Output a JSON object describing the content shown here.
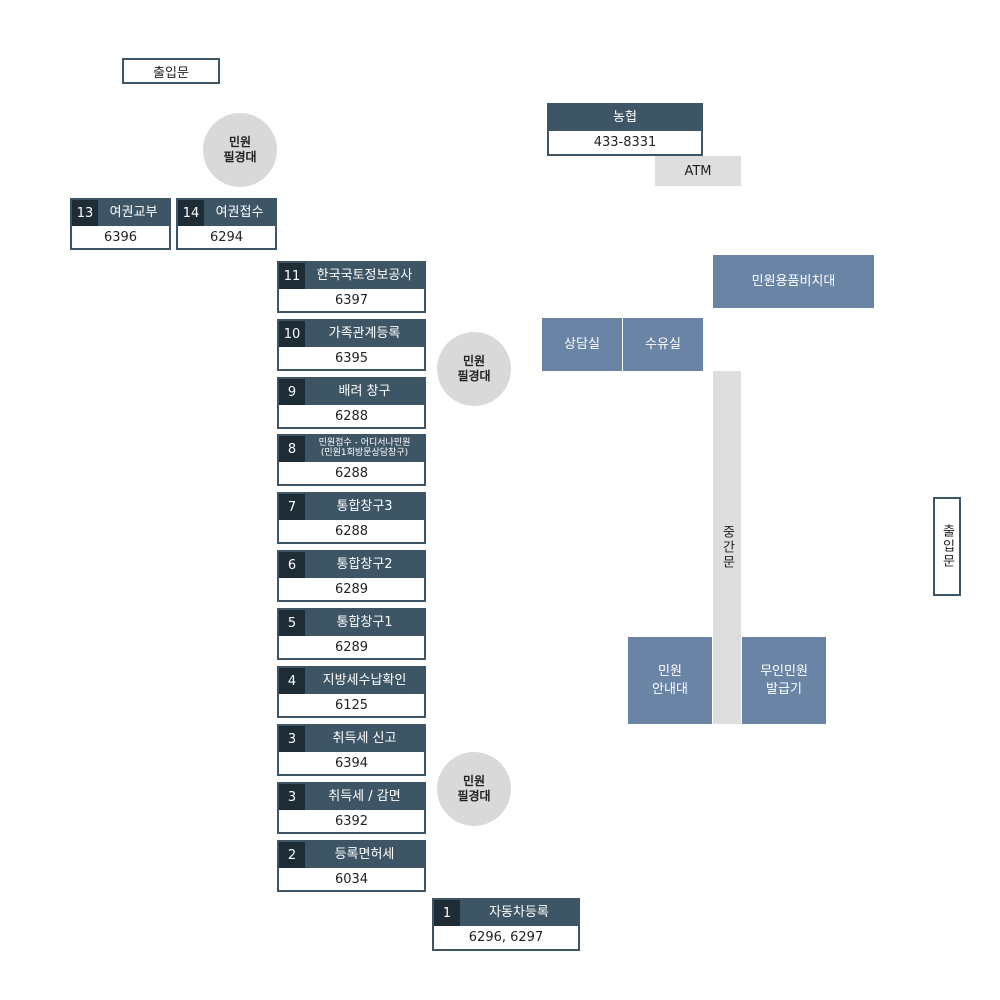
{
  "entrances": {
    "top_left": "출입문",
    "right": "출입문",
    "middle_gate": "중간문"
  },
  "desks": [
    {
      "line1": "민원",
      "line2": "필경대"
    },
    {
      "line1": "민원",
      "line2": "필경대"
    },
    {
      "line1": "민원",
      "line2": "필경대"
    }
  ],
  "bank": {
    "name": "농협",
    "tel": "433-8331"
  },
  "atm": "ATM",
  "top_windows": [
    {
      "num": "13",
      "name": "여권교부",
      "tel": "6396"
    },
    {
      "num": "14",
      "name": "여권접수",
      "tel": "6294"
    }
  ],
  "windows": [
    {
      "num": "11",
      "name": "한국국토정보공사",
      "tel": "6397"
    },
    {
      "num": "10",
      "name": "가족관계등록",
      "tel": "6395"
    },
    {
      "num": "9",
      "name": "배려 창구",
      "tel": "6288"
    },
    {
      "num": "8",
      "name": "민원접수 - 어디서나민원",
      "name2": "(민원1회방문상담창구)",
      "tel": "6288"
    },
    {
      "num": "7",
      "name": "통합창구3",
      "tel": "6288"
    },
    {
      "num": "6",
      "name": "통합창구2",
      "tel": "6289"
    },
    {
      "num": "5",
      "name": "통합창구1",
      "tel": "6289"
    },
    {
      "num": "4",
      "name": "지방세수납확인",
      "tel": "6125"
    },
    {
      "num": "3",
      "name": "취득세 신고",
      "tel": "6394"
    },
    {
      "num": "3",
      "name": "취득세 / 감면",
      "tel": "6392"
    },
    {
      "num": "2",
      "name": "등록면허세",
      "tel": "6034"
    }
  ],
  "window_1": {
    "num": "1",
    "name": "자동차등록",
    "tel": "6296, 6297"
  },
  "facilities": {
    "supplies": "민원용품비치대",
    "counseling": "상담실",
    "nursing": "수유실",
    "info_line1": "민원",
    "info_line2": "안내대",
    "kiosk_line1": "무인민원",
    "kiosk_line2": "발급기"
  },
  "colors": {
    "window_border": "#3e5566",
    "number_bg": "#1e2c36",
    "facility_blue": "#6a84a6",
    "desk_grey": "#d9d9d9",
    "corridor_grey": "#dedede"
  }
}
